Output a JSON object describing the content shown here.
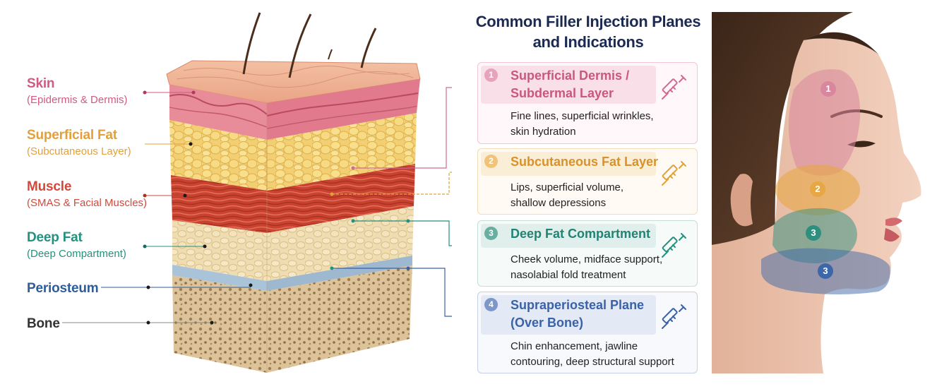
{
  "layers": [
    {
      "name": "Skin",
      "sub": "(Epidermis & Dermis)",
      "color": "#d05a82"
    },
    {
      "name": "Superficial Fat",
      "sub": "(Subcutaneous Layer)",
      "color": "#e3a03a"
    },
    {
      "name": "Muscle",
      "sub": "(SMAS & Facial Muscles)",
      "color": "#d04a3c"
    },
    {
      "name": "Deep Fat",
      "sub": "(Deep Compartment)",
      "color": "#24907e"
    },
    {
      "name": "Periosteum",
      "sub": "",
      "color": "#2e5d9a"
    },
    {
      "name": "Bone",
      "sub": "",
      "color": "#333333"
    }
  ],
  "title": {
    "line1": "Common Filler Injection Planes",
    "line2": "and Indications"
  },
  "planes": [
    {
      "number": "1",
      "title_line1": "Superficial Dermis /",
      "title_line2": "Subdermal Layer",
      "desc_line1": "Fine lines, superficial wrinkles,",
      "desc_line2": "skin hydration",
      "color": "#d26a92",
      "icon": "syringe-icon"
    },
    {
      "number": "2",
      "title_line1": "Subcutaneous Fat Layer",
      "title_line2": "",
      "desc_line1": "Lips, superficial volume,",
      "desc_line2": "shallow depressions",
      "color": "#e3a03a",
      "icon": "syringe-icon"
    },
    {
      "number": "3",
      "title_line1": "Deep Fat Compartment",
      "title_line2": "",
      "desc_line1": "Cheek volume, midface support,",
      "desc_line2": "nasolabial fold treatment",
      "color": "#24907e",
      "icon": "syringe-icon"
    },
    {
      "number": "4",
      "title_line1": "Supraperiosteal Plane",
      "title_line2": "(Over Bone)",
      "desc_line1": "Chin enhancement, jawline",
      "desc_line2": "contouring, deep structural support",
      "color": "#3a62a8",
      "icon": "syringe-icon"
    }
  ],
  "face_zones": [
    {
      "number": "1",
      "color": "#d9879f"
    },
    {
      "number": "2",
      "color": "#e6a744"
    },
    {
      "number": "3",
      "color": "#2e8f7f"
    },
    {
      "number": "3",
      "color": "#3d67a8"
    }
  ]
}
